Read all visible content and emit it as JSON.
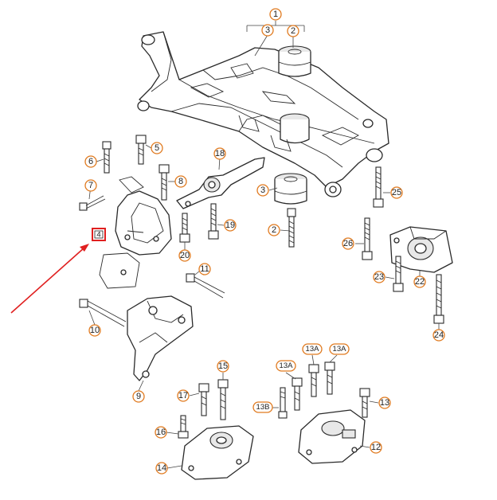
{
  "callouts": {
    "c1": "1",
    "c2a": "2",
    "c2b": "2",
    "c3a": "3",
    "c3b": "3",
    "c4": "4",
    "c5": "5",
    "c6": "6",
    "c7": "7",
    "c8": "8",
    "c9": "9",
    "c10": "10",
    "c11": "11",
    "c12": "12",
    "c13": "13",
    "c13a1": "13A",
    "c13a2": "13A",
    "c13a3": "13A",
    "c13b": "13B",
    "c14": "14",
    "c15": "15",
    "c16": "16",
    "c17": "17",
    "c18": "18",
    "c19": "19",
    "c20": "20",
    "c22": "22",
    "c23": "23",
    "c24": "24",
    "c25": "25",
    "c26": "26"
  },
  "colors": {
    "callout_border": "#e07a1f",
    "highlight_box": "#e02020",
    "arrow": "#e02020",
    "line_art": "#2a2a2a"
  },
  "highlighted_part": "4"
}
